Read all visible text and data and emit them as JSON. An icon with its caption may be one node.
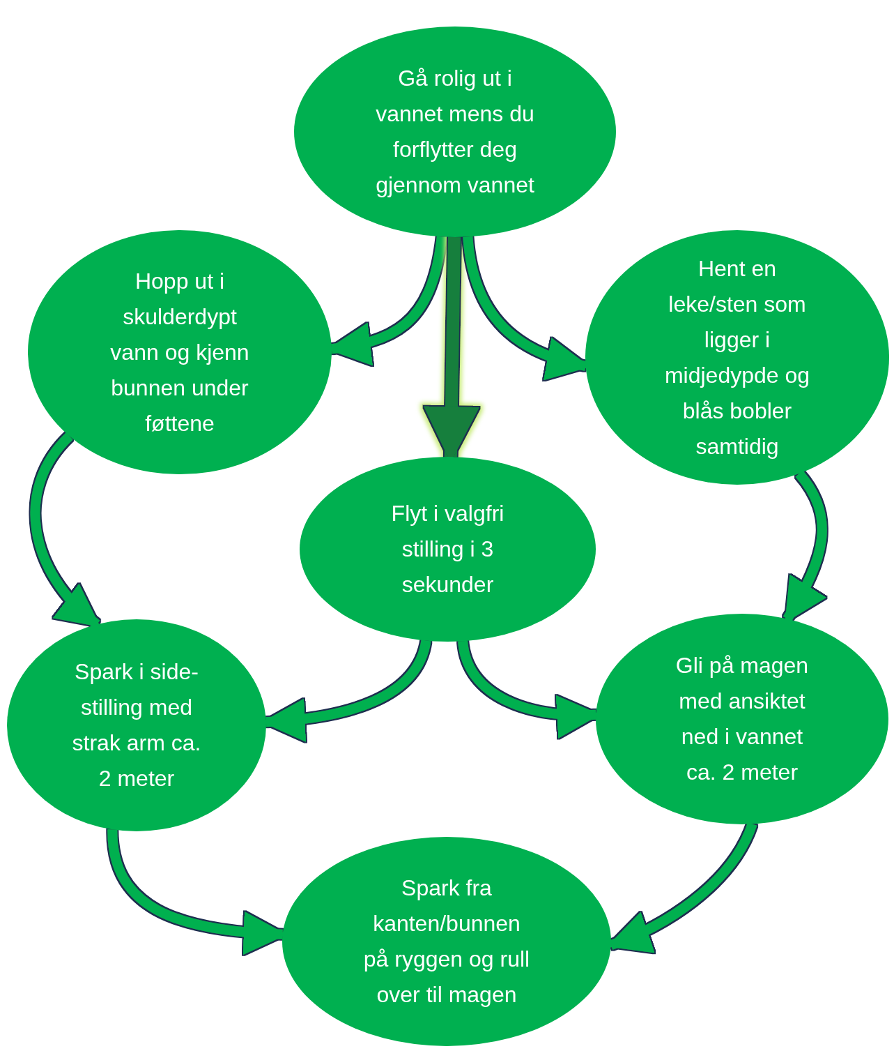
{
  "diagram": {
    "nodes": [
      {
        "text": [
          "Gå rolig ut i vannet mens du forflytter deg gjennom vannet"
        ]
      },
      {
        "text": [
          "Hopp ut i skulderdypt vann og kjenn bunnen under føttene"
        ]
      },
      {
        "text": [
          "Hent en leke/sten som ligger i midjedypde og blås bobler samtidig"
        ]
      },
      {
        "text": [
          "Flyt i valgfri stilling i 3 sekunder"
        ]
      },
      {
        "text": [
          "Spark i side-stilling med strak arm ca. 2 meter"
        ]
      },
      {
        "text": [
          "Gli på magen med ansiktet ned i vannet ca. 2 meter"
        ]
      },
      {
        "text": [
          "Spark fra kanten/bunnen på ryggen og rull over til magen"
        ]
      }
    ],
    "edges": [
      {
        "from": 0,
        "to": 1,
        "arrow": "to"
      },
      {
        "from": 0,
        "to": 3,
        "arrow": "to",
        "color": "#127f3e"
      },
      {
        "from": 0,
        "to": 2,
        "arrow": "to"
      },
      {
        "from": 1,
        "to": 4,
        "arrow": "to"
      },
      {
        "from": 2,
        "to": 5,
        "arrow": "to"
      },
      {
        "from": 3,
        "to": 4,
        "arrow": "to"
      },
      {
        "from": 3,
        "to": 5,
        "arrow": "to"
      },
      {
        "from": 4,
        "to": 6,
        "arrow": "to"
      },
      {
        "from": 5,
        "to": 6,
        "arrow": "to"
      }
    ]
  }
}
